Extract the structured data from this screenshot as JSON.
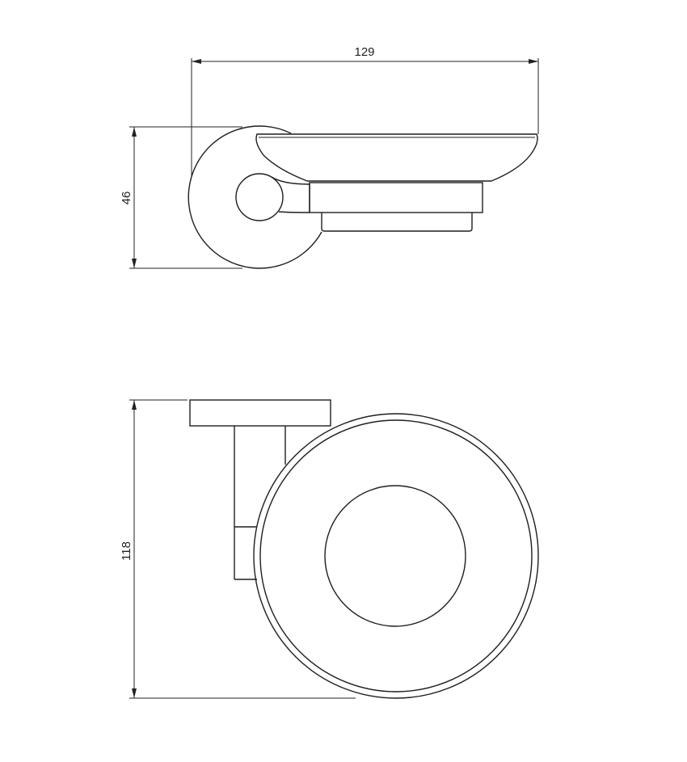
{
  "dimensions": {
    "width_label": "129",
    "height_side_label": "46",
    "height_front_label": "118"
  },
  "colors": {
    "background": "#ffffff",
    "line": "#1e1e1e"
  }
}
